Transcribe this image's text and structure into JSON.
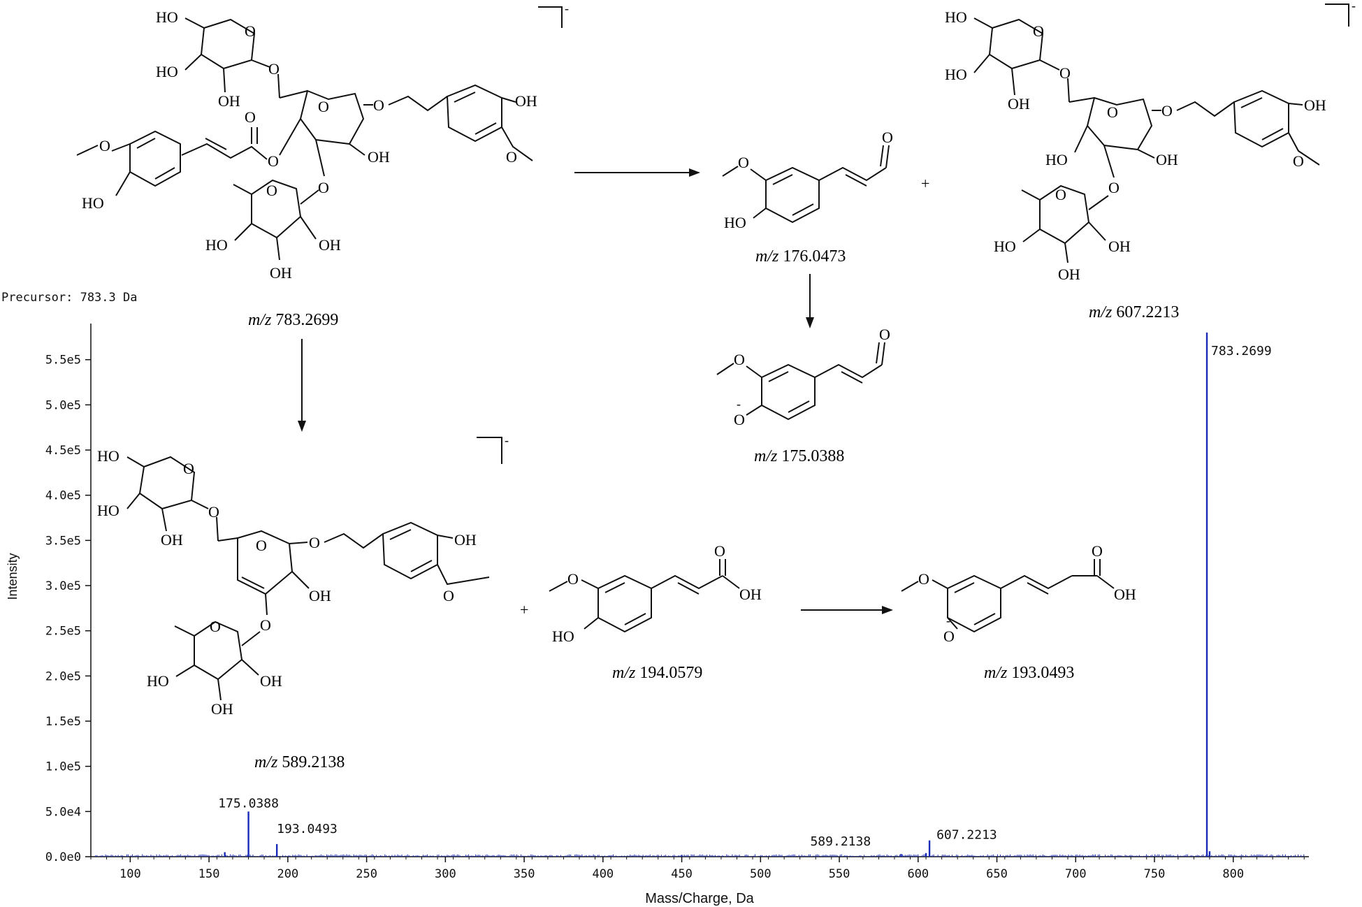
{
  "chart_data": {
    "type": "bar",
    "precursor_label": "Precursor: 783.3 Da",
    "xlabel": "Mass/Charge, Da",
    "ylabel": "Intensity",
    "xlim": [
      75,
      848
    ],
    "ylim": [
      0,
      590000
    ],
    "x_ticks": [
      100,
      150,
      200,
      250,
      300,
      350,
      400,
      450,
      500,
      550,
      600,
      650,
      700,
      750,
      800
    ],
    "x_tick_labels": [
      "100",
      "150",
      "200",
      "250",
      "300",
      "350",
      "400",
      "450",
      "500",
      "550",
      "600",
      "650",
      "700",
      "750",
      "800"
    ],
    "y_ticks": [
      0,
      50000,
      100000,
      150000,
      200000,
      250000,
      300000,
      350000,
      400000,
      450000,
      500000,
      550000
    ],
    "y_tick_labels": [
      "0.0e0",
      "5.0e4",
      "1.0e5",
      "1.5e5",
      "2.0e5",
      "2.5e5",
      "3.0e5",
      "3.5e5",
      "4.0e5",
      "4.5e5",
      "5.0e5",
      "5.5e5"
    ],
    "peaks": [
      {
        "mz": 175.0388,
        "intensity": 50000,
        "label": "175.0388"
      },
      {
        "mz": 193.0493,
        "intensity": 14000,
        "label": "193.0493"
      },
      {
        "mz": 589.2138,
        "intensity": 3000,
        "label": "589.2138"
      },
      {
        "mz": 607.2213,
        "intensity": 18000,
        "label": "607.2213"
      },
      {
        "mz": 783.2699,
        "intensity": 580000,
        "label": "783.2699"
      },
      {
        "mz": 160.0,
        "intensity": 5000,
        "label": ""
      },
      {
        "mz": 450.0,
        "intensity": 2000,
        "label": ""
      },
      {
        "mz": 605.0,
        "intensity": 4000,
        "label": ""
      },
      {
        "mz": 785.0,
        "intensity": 6000,
        "label": ""
      }
    ],
    "series_color": "#1a2bb8"
  },
  "scheme": {
    "structures": [
      {
        "id": "precursor",
        "mz_prefix": "m/z",
        "mz_value": "783.2699"
      },
      {
        "id": "frag-607",
        "mz_prefix": "m/z",
        "mz_value": "607.2213"
      },
      {
        "id": "frag-176",
        "mz_prefix": "m/z",
        "mz_value": "176.0473"
      },
      {
        "id": "frag-175",
        "mz_prefix": "m/z",
        "mz_value": "175.0388"
      },
      {
        "id": "frag-589",
        "mz_prefix": "m/z",
        "mz_value": "589.2138"
      },
      {
        "id": "frag-194",
        "mz_prefix": "m/z",
        "mz_value": "194.0579"
      },
      {
        "id": "frag-193",
        "mz_prefix": "m/z",
        "mz_value": "193.0493"
      }
    ],
    "plus": "+",
    "charge": "-",
    "atoms": {
      "HO": "HO",
      "OH": "OH",
      "O": "O"
    }
  }
}
